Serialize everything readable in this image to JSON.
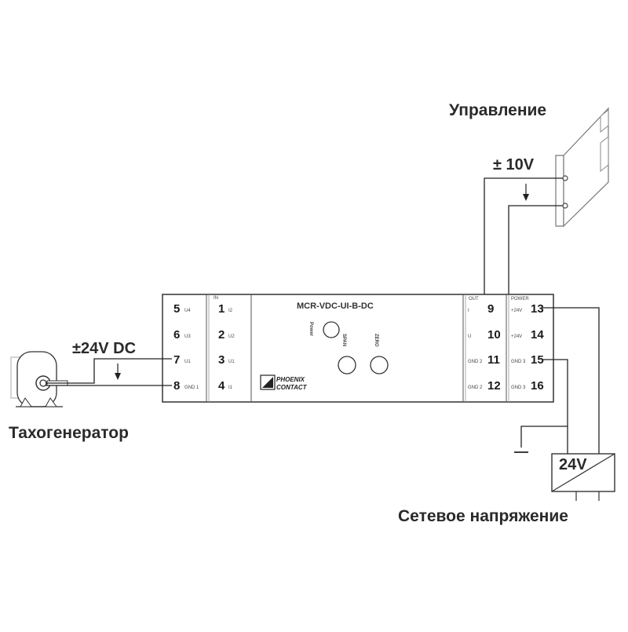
{
  "labels": {
    "control": "Управление",
    "control_voltage": "± 10V",
    "input_voltage": "±24V DC",
    "tachogenerator": "Тахогенератор",
    "mains_voltage": "Сетевое напряжение",
    "supply": "24V"
  },
  "module": {
    "model": "MCR-VDC-UI-B-DC",
    "brand_line1": "PHOENIX",
    "brand_line2": "CONTACT",
    "power_label": "Power",
    "span_label": "SPAN",
    "zero_label": "ZERO",
    "in_header": "IN",
    "out_header": "OUT",
    "power_header": "POWER"
  },
  "terminals_left": [
    {
      "num": "5",
      "tag": "U4"
    },
    {
      "num": "6",
      "tag": "U3"
    },
    {
      "num": "7",
      "tag": "U1"
    },
    {
      "num": "8",
      "tag": "GND 1"
    }
  ],
  "terminals_in": [
    {
      "num": "1",
      "tag": "I2"
    },
    {
      "num": "2",
      "tag": "U2"
    },
    {
      "num": "3",
      "tag": "U1"
    },
    {
      "num": "4",
      "tag": "I1"
    }
  ],
  "terminals_out": [
    {
      "num": "9",
      "tag": "I"
    },
    {
      "num": "10",
      "tag": "U"
    },
    {
      "num": "11",
      "tag": "GND 2"
    },
    {
      "num": "12",
      "tag": "GND 2"
    }
  ],
  "terminals_power": [
    {
      "num": "13",
      "tag": "+24V"
    },
    {
      "num": "14",
      "tag": "+24V"
    },
    {
      "num": "15",
      "tag": "GND 3"
    },
    {
      "num": "16",
      "tag": "GND 3"
    }
  ]
}
